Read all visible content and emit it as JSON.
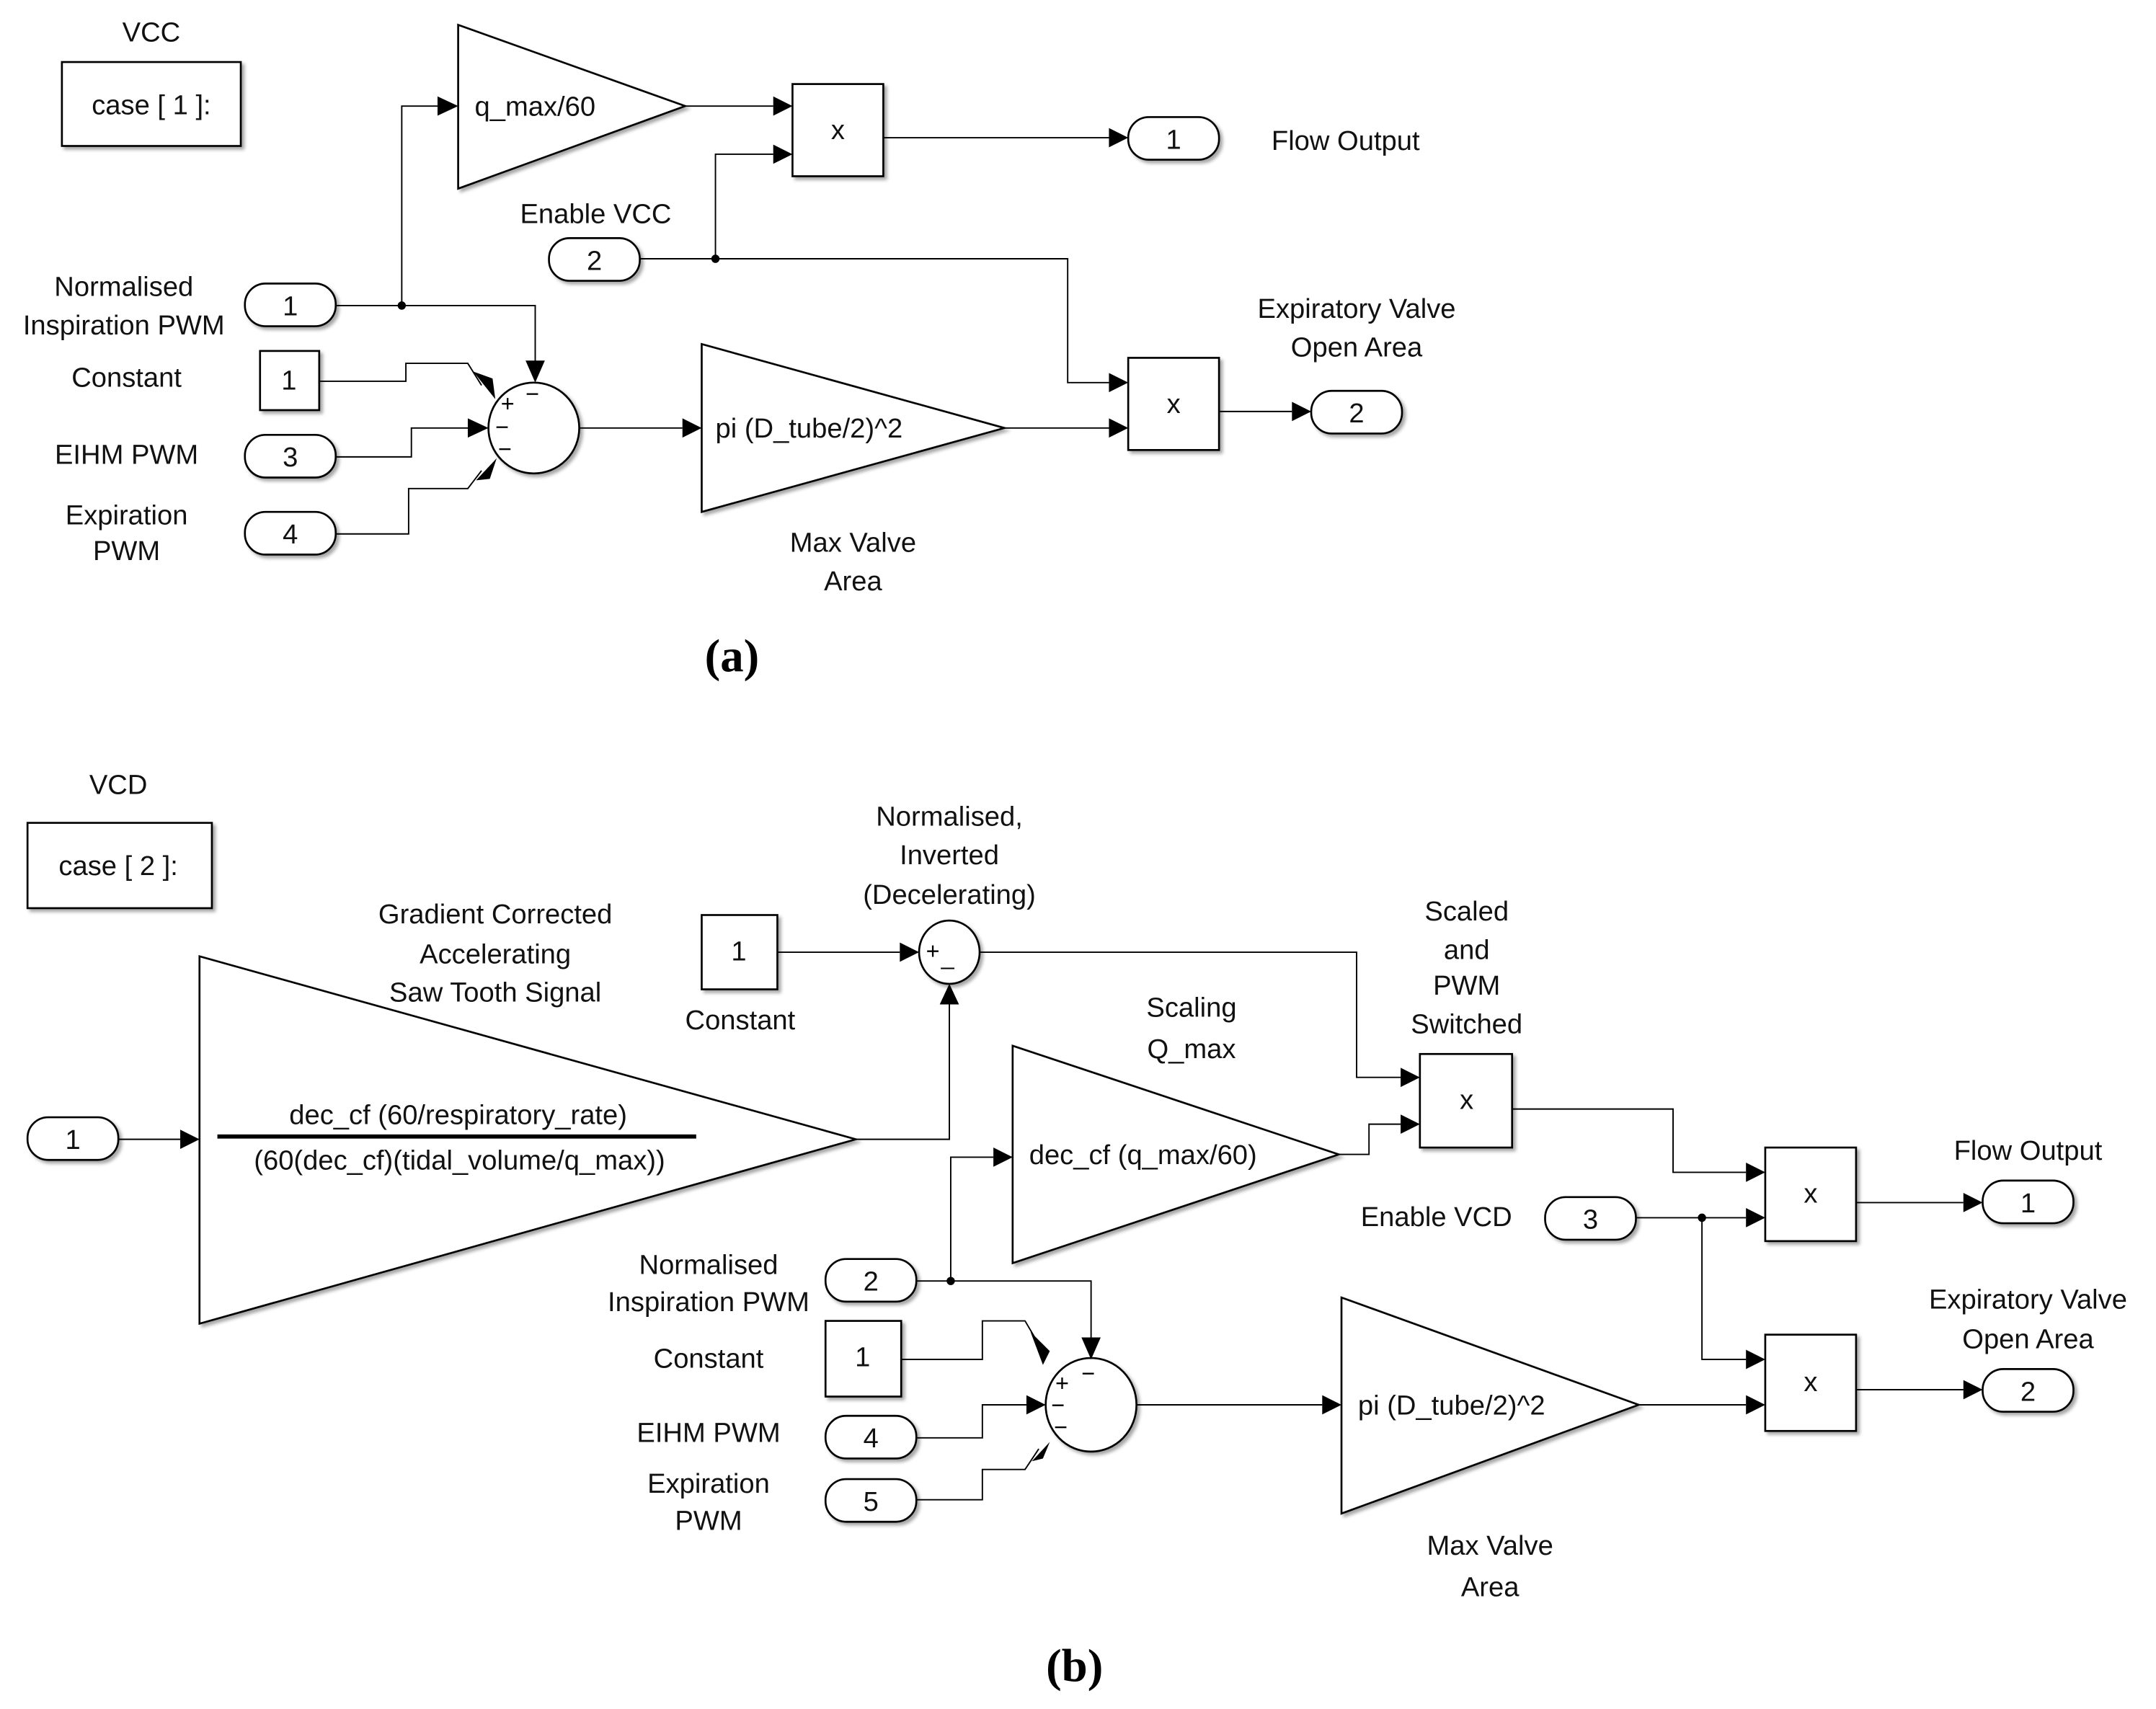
{
  "figure": {
    "panel_a": {
      "caption": "(a)",
      "case_title": "VCC",
      "case_label": "case [ 1 ]:",
      "gain_qmax": "q_max/60",
      "product_symbol": "x",
      "enable_label": "Enable VCC",
      "enable_port": "2",
      "inputs": [
        {
          "port": "1",
          "label_lines": [
            "Normalised",
            "Inspiration PWM"
          ]
        },
        {
          "port": "3",
          "label_lines": [
            "EIHM PWM"
          ]
        },
        {
          "port": "4",
          "label_lines": [
            "Expiration",
            "PWM"
          ]
        }
      ],
      "constant": {
        "value": "1",
        "label": "Constant"
      },
      "sum_signs": {
        "top": "−",
        "upper_left": "+",
        "left": "−",
        "lower_left": "−"
      },
      "valve_gain": "pi (D_tube/2)^2",
      "valve_label_lines": [
        "Max Valve",
        "Area"
      ],
      "outputs": [
        {
          "port": "1",
          "label_lines": [
            "Flow Output"
          ]
        },
        {
          "port": "2",
          "label_lines": [
            "Expiratory Valve",
            "Open Area"
          ]
        }
      ]
    },
    "panel_b": {
      "caption": "(b)",
      "case_title": "VCD",
      "case_label": "case [ 2 ]:",
      "input1_port": "1",
      "sawtooth_label_lines": [
        "Gradient Corrected",
        "Accelerating",
        "Saw Tooth Signal"
      ],
      "sawtooth_numerator": "dec_cf (60/respiratory_rate)",
      "sawtooth_denominator": "(60(dec_cf)(tidal_volume/q_max))",
      "invert_constant": {
        "value": "1",
        "label": "Constant"
      },
      "invert_label_lines": [
        "Normalised,",
        "Inverted",
        "(Decelerating)"
      ],
      "invert_signs": {
        "left": "+",
        "bottom": "_"
      },
      "scaling_label_lines": [
        "Scaling",
        "Q_max"
      ],
      "scaling_gain": "dec_cf (q_max/60)",
      "switch_label_lines": [
        "Scaled",
        "and",
        "PWM",
        "Switched"
      ],
      "product_symbol": "x",
      "enable_label": "Enable VCD",
      "enable_port": "3",
      "inputs": [
        {
          "port": "2",
          "label_lines": [
            "Normalised",
            "Inspiration PWM"
          ]
        },
        {
          "port": "4",
          "label_lines": [
            "EIHM PWM"
          ]
        },
        {
          "port": "5",
          "label_lines": [
            "Expiration",
            "PWM"
          ]
        }
      ],
      "constant": {
        "value": "1",
        "label": "Constant"
      },
      "sum_signs": {
        "top": "−",
        "upper_left": "+",
        "left": "−",
        "lower_left": "−"
      },
      "valve_gain": "pi (D_tube/2)^2",
      "valve_label_lines": [
        "Max Valve",
        "Area"
      ],
      "outputs": [
        {
          "port": "1",
          "label_lines": [
            "Flow Output"
          ]
        },
        {
          "port": "2",
          "label_lines": [
            "Expiratory Valve",
            "Open Area"
          ]
        }
      ]
    }
  }
}
